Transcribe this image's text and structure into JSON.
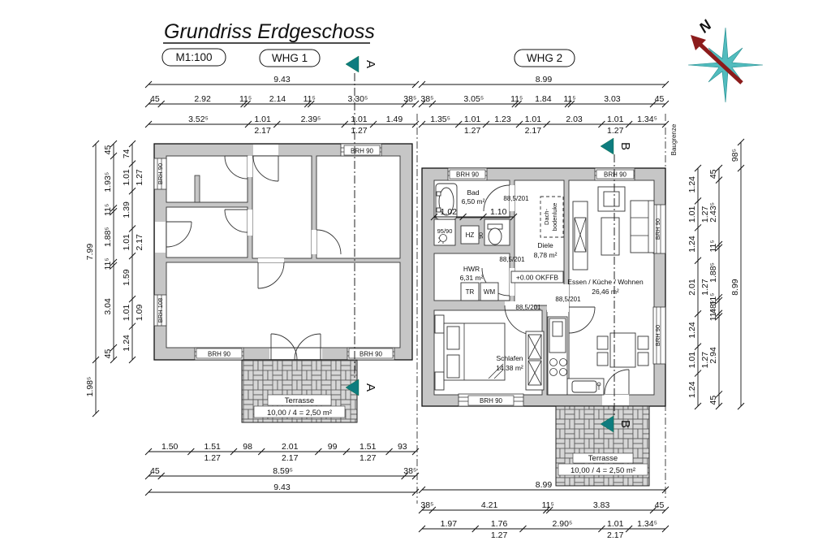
{
  "title": "Grundriss Erdgeschoss",
  "scale_badge": "M1:100",
  "apartments": {
    "whg1": "WHG 1",
    "whg2": "WHG 2"
  },
  "north": "N",
  "sections": {
    "a": "A",
    "b": "B"
  },
  "site": {
    "baugrenze": "Baugrenze"
  },
  "colors": {
    "wall_fill": "#c6c6c6",
    "line": "#1a1a1a",
    "section_teal": "#0e7c7f",
    "compass_teal": "#52bcbe",
    "compass_red": "#8c1c1c"
  },
  "windows": {
    "brh90": "BRH 90",
    "brh108": "BRH 108"
  },
  "terrace": {
    "name": "Terrasse",
    "calc": "10,00 / 4 = 2,50 m²"
  },
  "whg2_rooms": {
    "bad": {
      "name": "Bad",
      "area": "6,50 m²"
    },
    "hwr": {
      "name": "HWR",
      "area": "6,31 m²"
    },
    "schlafen": {
      "name": "Schlafen",
      "area": "14,38 m²"
    },
    "diele": {
      "name": "Diele",
      "area": "8,78 m²"
    },
    "wohnen": {
      "name": "Essen / Küche / Wohnen",
      "area": "26,46 m²"
    }
  },
  "annotations": {
    "door_size": "88,5/201",
    "okffb": "+0.00 OKFFB",
    "dachbodenluke_1": "Dach-",
    "dachbodenluke_2": "bodenluke",
    "hz": "HZ",
    "tr": "TR",
    "wm": "WM",
    "shower": "95/90",
    "wc_width": "90"
  },
  "dims": {
    "whg1_top": {
      "overall": "9.43",
      "row2": [
        "45",
        "2.92",
        "11⁵",
        "2.14",
        "11⁵",
        "3.30⁵",
        "38⁵"
      ],
      "row3": [
        {
          "v": "3.52⁵"
        },
        {
          "v": "1.01",
          "sub": "2.17"
        },
        {
          "v": "2.39⁵"
        },
        {
          "v": "1.01",
          "sub": "1.27"
        },
        {
          "v": "1.49"
        }
      ]
    },
    "whg2_top": {
      "overall": "8.99",
      "row2": [
        "38⁵",
        "3.05⁵",
        "11⁵",
        "1.84",
        "11⁵",
        "3.03",
        "45"
      ],
      "row3": [
        {
          "v": "1.35⁵"
        },
        {
          "v": "1.01",
          "sub": "1.27"
        },
        {
          "v": "1.23"
        },
        {
          "v": "1.01",
          "sub": "2.17"
        },
        {
          "v": "2.03"
        },
        {
          "v": "1.01",
          "sub": "1.27"
        },
        {
          "v": "1.34⁵"
        }
      ]
    },
    "whg1_bottom": {
      "row1": [
        {
          "v": "1.50"
        },
        {
          "v": "1.51",
          "sub": "1.27"
        },
        {
          "v": "98"
        },
        {
          "v": "2.01",
          "sub": "2.17"
        },
        {
          "v": "99"
        },
        {
          "v": "1.51",
          "sub": "1.27"
        },
        {
          "v": "93"
        }
      ],
      "row2": [
        "45",
        "8.59⁵",
        "38⁵"
      ],
      "overall": "9.43"
    },
    "whg2_bottom": {
      "overall": "8.99",
      "row2": [
        "38⁵",
        "4.21",
        "11⁵",
        "3.83",
        "45"
      ],
      "row3": [
        {
          "v": "1.97"
        },
        {
          "v": "1.76",
          "sub": "1.27"
        },
        {
          "v": "2.90⁵"
        },
        {
          "v": "1.01",
          "sub": "2.17"
        },
        {
          "v": "1.34⁵"
        }
      ]
    },
    "whg1_left": {
      "outer": [
        "7.99",
        "1.98⁵"
      ],
      "mid": [
        "45",
        "1.93⁵",
        "11⁵",
        "1.88⁵",
        "11⁵",
        "3.04",
        "45"
      ],
      "inner": [
        {
          "v": "74"
        },
        {
          "v": "1.01",
          "sub": "1.27"
        },
        {
          "v": "1.39"
        },
        {
          "v": "1.01",
          "sub": "2.17"
        },
        {
          "v": "1.59"
        },
        {
          "v": "1.01",
          "sub": "1.09"
        },
        {
          "v": "1.24"
        }
      ]
    },
    "whg2_right": {
      "outer": [
        "98⁵",
        "8.99"
      ],
      "mid": [
        "45",
        "2.43⁵",
        "11⁵",
        "1.88⁵",
        "11⁵",
        "48⁵",
        "11⁵",
        "2.94",
        "45"
      ],
      "inner": [
        {
          "v": "1.24"
        },
        {
          "v": "1.01",
          "sub": "1.27"
        },
        {
          "v": "1.24"
        },
        {
          "v": "2.01",
          "sub": "1.27"
        },
        {
          "v": "1.24"
        },
        {
          "v": "1.01",
          "sub": "1.27"
        },
        {
          "v": "1.24"
        }
      ]
    },
    "bad_inner": [
      "1.02",
      "",
      "1.10"
    ]
  }
}
